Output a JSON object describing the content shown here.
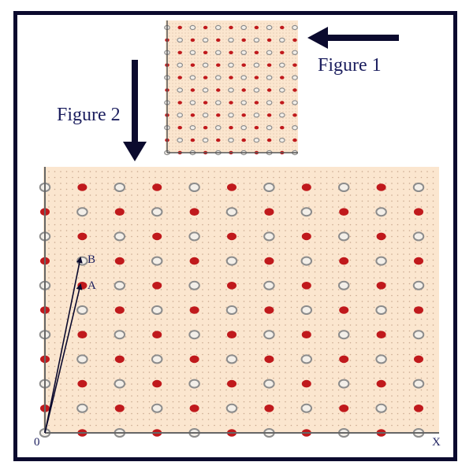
{
  "figure1": {
    "label": "Figure 1"
  },
  "figure2": {
    "label": "Figure 2"
  },
  "lattice": {
    "origin_label": "0",
    "x_axis_label": "X",
    "point_a_label": "A",
    "point_b_label": "B"
  },
  "colors": {
    "frame": "#0b0a2e",
    "panel_bg": "#fbe6cf",
    "red_site": "#c0191c",
    "grey_site": "#8c8c8c",
    "text": "#1b1e5e",
    "arrow": "#0b0a2e"
  },
  "icons": {
    "arrow_to_figure1": "arrow-left-icon",
    "arrow_to_figure2": "arrow-down-icon"
  }
}
